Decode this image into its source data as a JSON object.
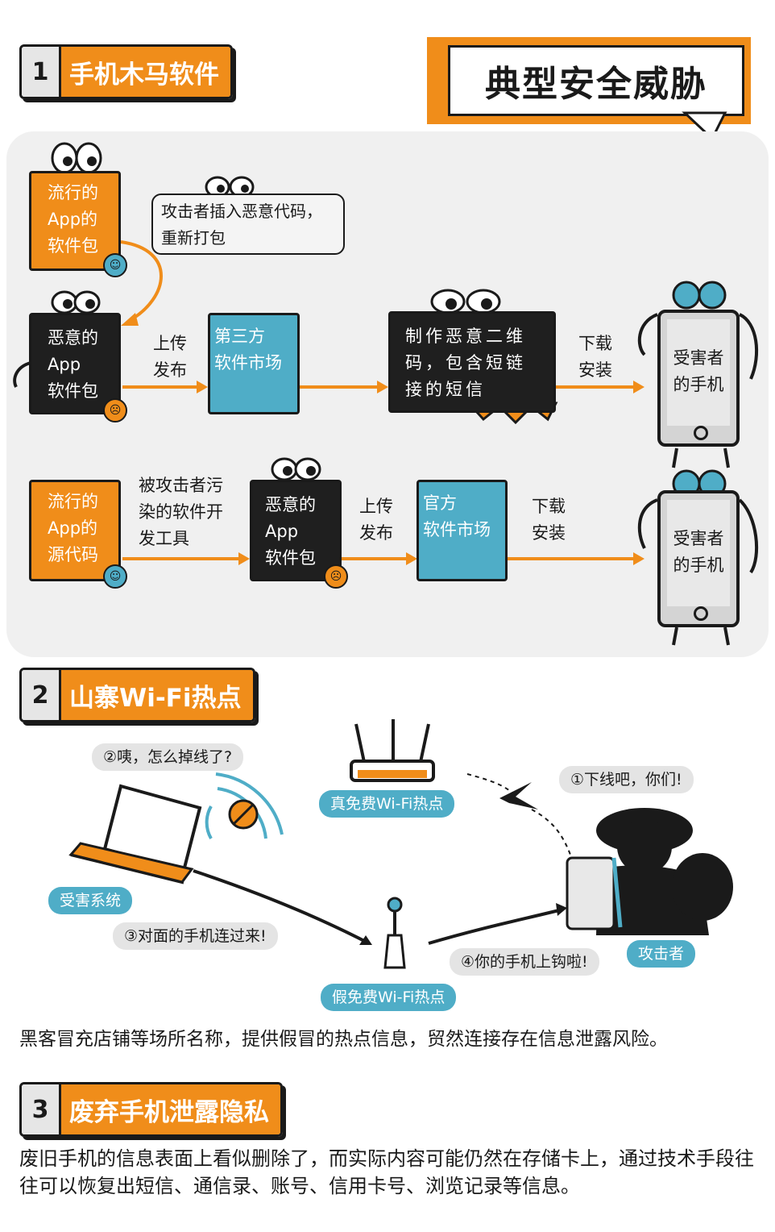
{
  "sections": {
    "trojan": {
      "num": "1",
      "title": "手机木马软件"
    },
    "wifi": {
      "num": "2",
      "title": "山寨Wi-Fi热点"
    },
    "phone_disposal": {
      "num": "3",
      "title": "废弃手机泄露隐私"
    }
  },
  "banner": {
    "title": "典型安全威胁"
  },
  "flow1": {
    "popular_app": "流行的\nApp的\n软件包",
    "attacker_note": "攻击者插入恶意代码，\n重新打包",
    "malicious_app": "恶意的\nApp\n软件包",
    "upload": "上传\n发布",
    "third_party_market": "第三方\n软件市场",
    "sms": "制作恶意二维\n码，包含短链\n接的短信",
    "download": "下载\n安装",
    "victim_phone": "受害者\n的手机"
  },
  "flow2": {
    "popular_source": "流行的\nApp的\n源代码",
    "polluted_tools": "被攻击者污\n染的软件开\n发工具",
    "malicious_app": "恶意的\nApp\n软件包",
    "upload": "上传\n发布",
    "official_market": "官方\n软件市场",
    "download": "下载\n安装",
    "victim_phone": "受害者\n的手机"
  },
  "wifi_scene": {
    "speech_disconnect": "②咦，怎么掉线了?",
    "real_hotspot": "真免费Wi-Fi热点",
    "speech_attacker": "①下线吧，你们!",
    "victim_system": "受害系统",
    "speech_connect": "③对面的手机连过来!",
    "speech_hooked": "④你的手机上钩啦!",
    "attacker": "攻击者",
    "fake_hotspot": "假免费Wi-Fi热点"
  },
  "wifi_desc": "黑客冒充店铺等场所名称，提供假冒的热点信息，贸然连接存在信息泄露风险。",
  "disposal_desc": "废旧手机的信息表面上看似删除了，而实际内容可能仍然在存储卡上，通过技术手段往往可以恢复出短信、通信录、账号、信用卡号、浏览记录等信息。",
  "colors": {
    "orange": "#f08d1a",
    "teal": "#4fadc7",
    "dark": "#1f1f1f",
    "panel": "#f0f0f0"
  }
}
